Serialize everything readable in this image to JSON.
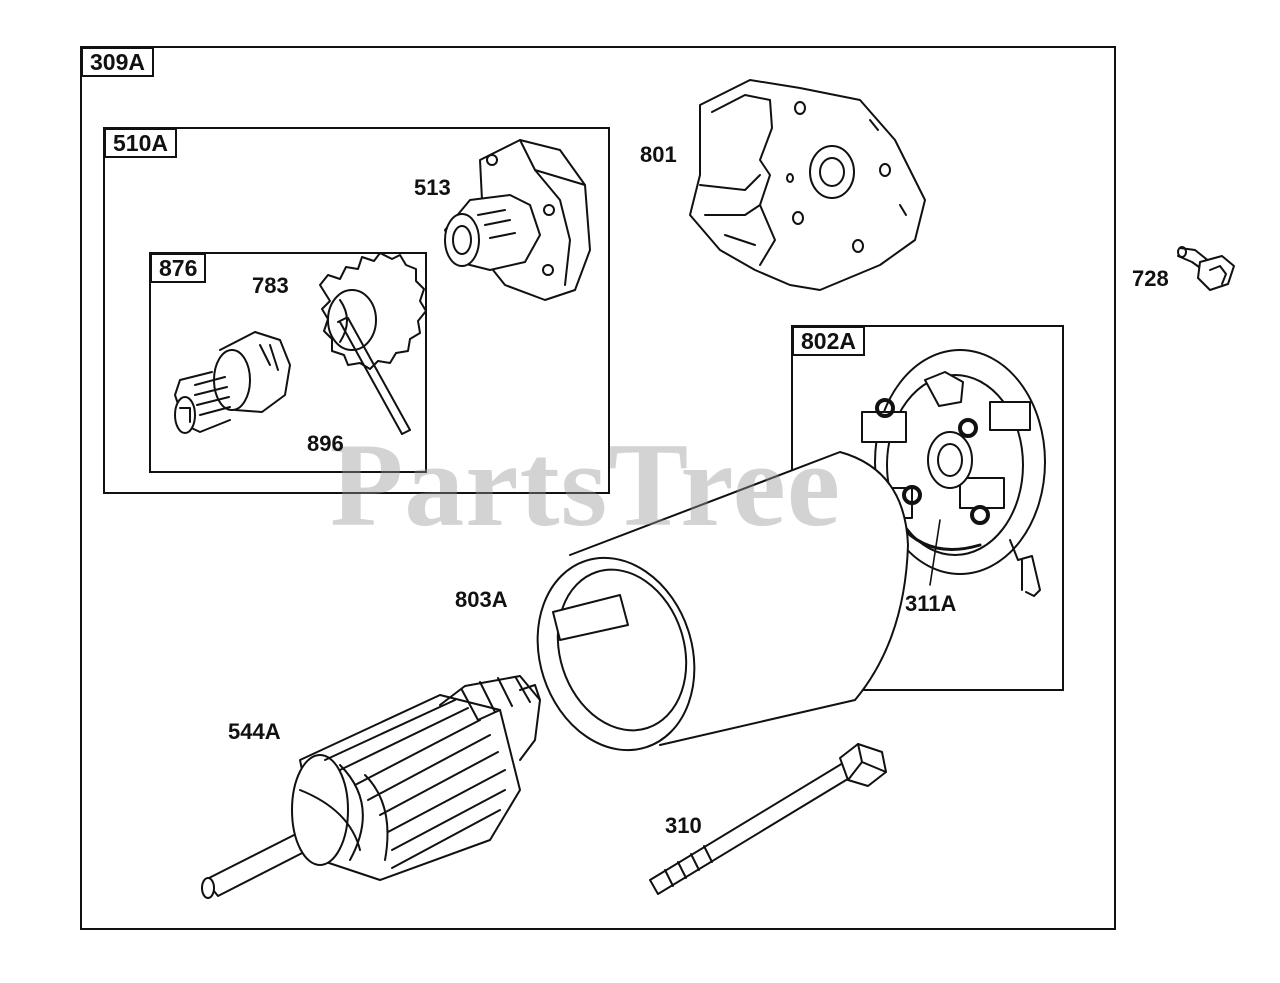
{
  "diagram": {
    "groups": {
      "assembly": "309A",
      "drive": "510A",
      "clutch": "876",
      "brush_housing": "802A"
    },
    "labels": {
      "p801": "801",
      "p513": "513",
      "p783": "783",
      "p896": "896",
      "p728": "728",
      "p803A": "803A",
      "p311A": "311A",
      "p544A": "544A",
      "p310": "310"
    },
    "parts": [
      {
        "id": "801",
        "icon": "end-cap-plate-icon"
      },
      {
        "id": "513",
        "icon": "drive-housing-icon"
      },
      {
        "id": "783",
        "icon": "pinion-gear-icon"
      },
      {
        "id": "876",
        "icon": "clutch-assembly-icon"
      },
      {
        "id": "896",
        "icon": "roll-pin-icon"
      },
      {
        "id": "728",
        "icon": "screw-icon"
      },
      {
        "id": "802A",
        "icon": "brush-holder-icon"
      },
      {
        "id": "311A",
        "icon": "brush-icon"
      },
      {
        "id": "803A",
        "icon": "field-housing-icon"
      },
      {
        "id": "544A",
        "icon": "armature-icon"
      },
      {
        "id": "310",
        "icon": "thru-bolt-icon"
      }
    ],
    "watermark": "PartsTree",
    "line_color": "#111111",
    "watermark_color": "#969696"
  }
}
